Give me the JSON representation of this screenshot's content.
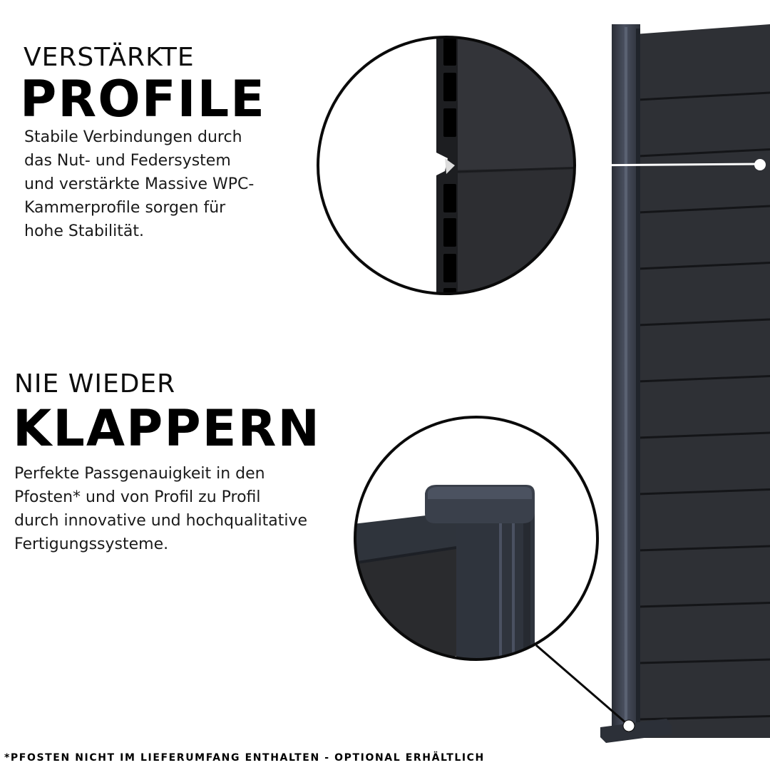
{
  "section_profile": {
    "heading_small": "VERSTÄRKTE",
    "heading_big": "PROFILE",
    "description": "Stabile Verbindungen durch\ndas Nut- und Federsystem\nund verstärkte Massive WPC-\nKammerprofile sorgen für\nhohe Stabilität."
  },
  "section_klappern": {
    "heading_small": "NIE WIEDER",
    "heading_big": "KLAPPERN",
    "description": "Perfekte Passgenauigkeit in den\nPfosten* und von Profil zu Profil\ndurch innovative und hochqualitative\nFertigungssysteme."
  },
  "footnote": "*PFOSTEN NICHT IM LIEFERUMFANG ENTHALTEN - OPTIONAL ERHÄLTLICH",
  "colors": {
    "panel": "#2e3035",
    "post": "#353a44",
    "background": "#ffffff"
  }
}
